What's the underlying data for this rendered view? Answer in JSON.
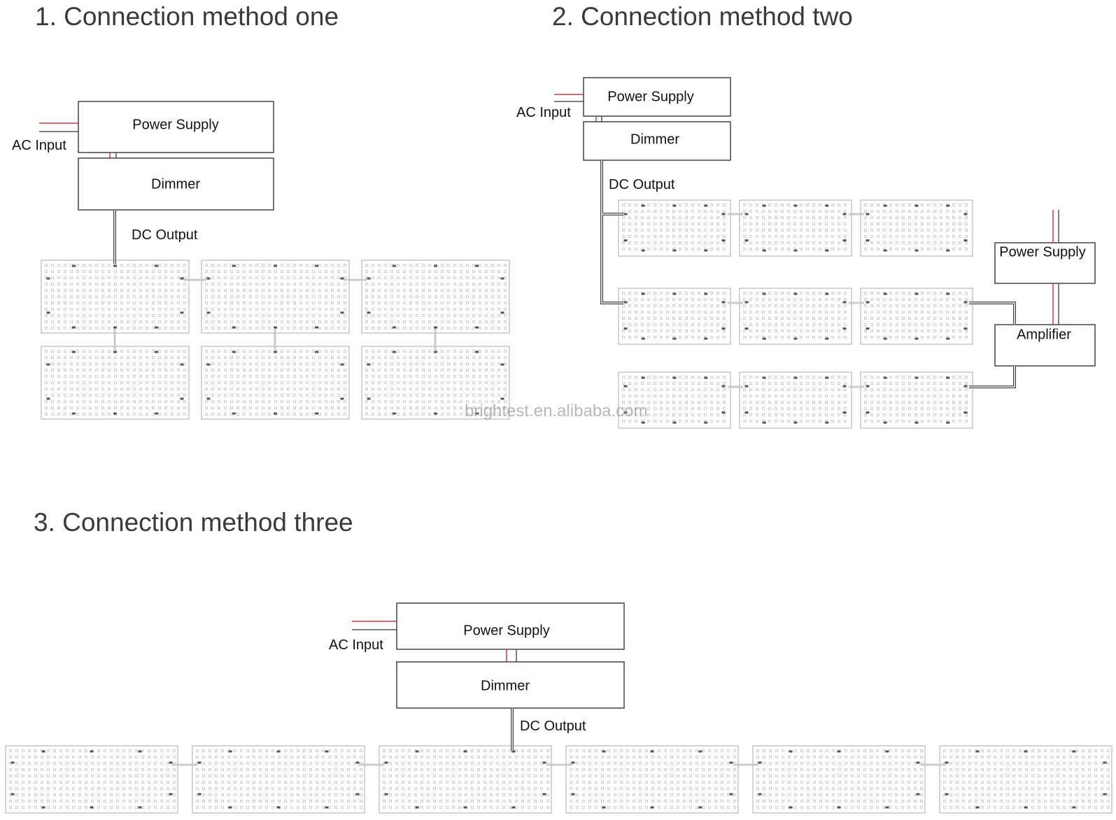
{
  "sections": {
    "one": {
      "title": "1. Connection method one",
      "ac_input": "AC Input",
      "power_supply": "Power Supply",
      "dimmer": "Dimmer",
      "dc_output": "DC Output"
    },
    "two": {
      "title": "2. Connection method two",
      "ac_input": "AC Input",
      "power_supply": "Power Supply",
      "dimmer": "Dimmer",
      "dc_output": "DC Output",
      "power_supply_2": "Power Supply",
      "amplifier": "Amplifier"
    },
    "three": {
      "title": "3. Connection method three",
      "ac_input": "AC Input",
      "power_supply": "Power Supply",
      "dimmer": "Dimmer",
      "dc_output": "DC Output"
    }
  },
  "watermark": "brightest.en.alibaba.com",
  "colors": {
    "ac_wire": "#d9383f",
    "dc_wire": "#444444",
    "panel_border": "#b8b8b8"
  }
}
